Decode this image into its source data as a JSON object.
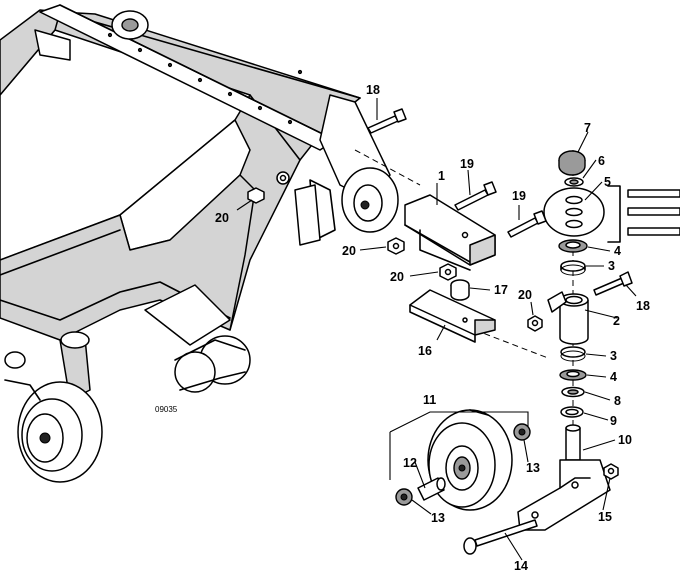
{
  "figure_id": "09035",
  "callouts": [
    "1",
    "2",
    "3",
    "3",
    "4",
    "4",
    "5",
    "6",
    "7",
    "8",
    "9",
    "10",
    "11",
    "12",
    "13",
    "13",
    "14",
    "15",
    "16",
    "17",
    "18",
    "18",
    "19",
    "19",
    "20",
    "20",
    "20",
    "20"
  ]
}
